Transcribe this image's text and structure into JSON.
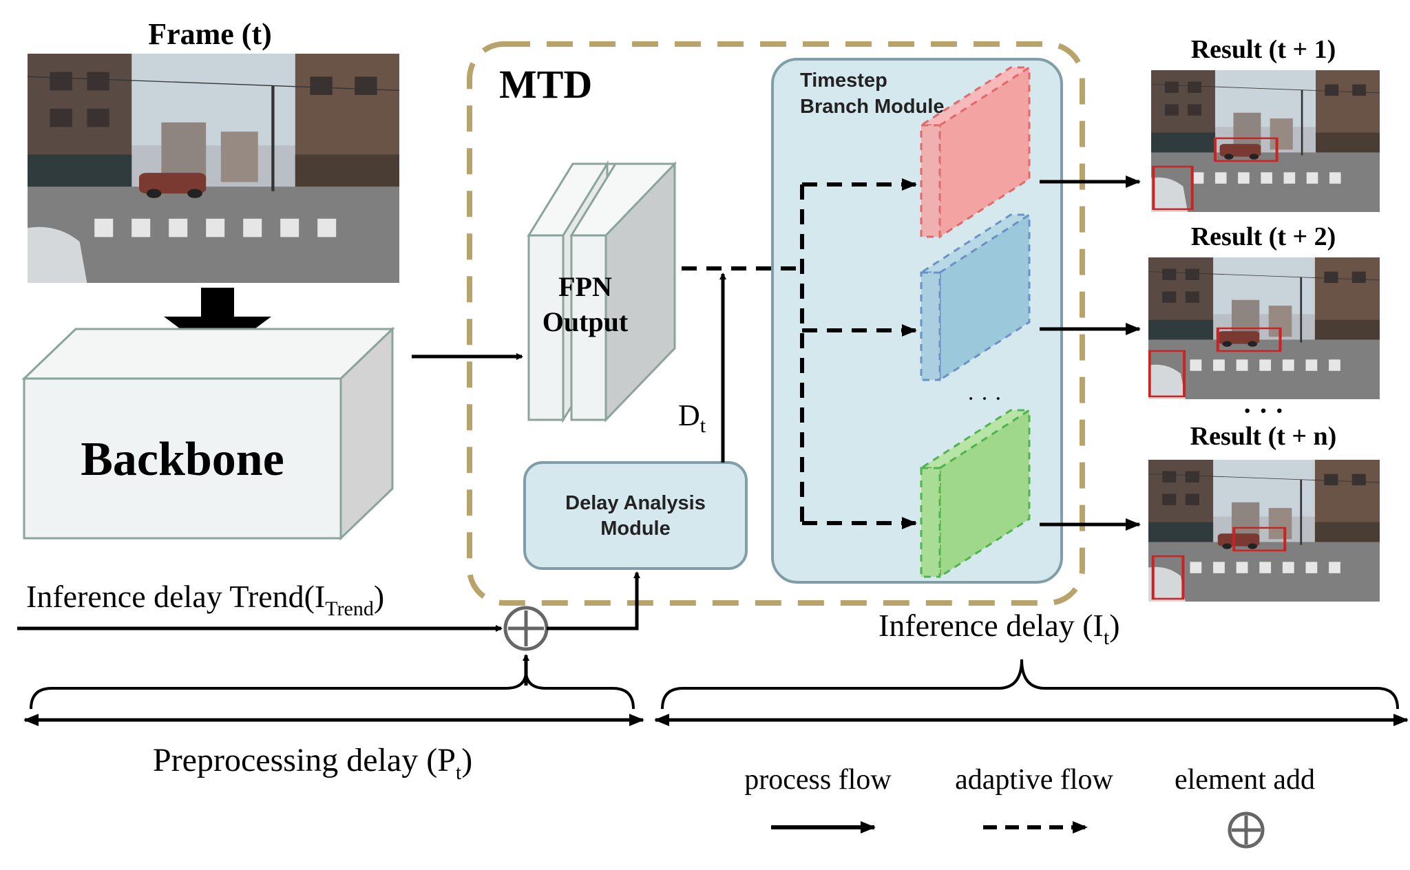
{
  "input_frame": {
    "label": "Frame (t)"
  },
  "backbone": {
    "label": "Backbone"
  },
  "mtd": {
    "label": "MTD",
    "fpn": {
      "line1": "FPN",
      "line2": "Output"
    },
    "delay_signal": {
      "main": "D",
      "sub": "t"
    },
    "delay_module": {
      "line1": "Delay Analysis",
      "line2": "Module"
    },
    "timestep_module": {
      "line1": "Timestep",
      "line2": "Branch Module"
    },
    "branch_ellipsis": "· · ·",
    "branch_colors": {
      "red": "#f4a3a3",
      "blue": "#9cc8dc",
      "green": "#9fd88a"
    }
  },
  "results": {
    "r1": {
      "label": "Result (t + 1)"
    },
    "r2": {
      "label": "Result (t + 2)"
    },
    "ellipsis": "· · ·",
    "rn": {
      "label": "Result (t + n)"
    }
  },
  "inference_trend": {
    "text": "Inference delay Trend(I",
    "sub": "Trend",
    "close": ")"
  },
  "inference_delay": {
    "text": "Inference delay (I",
    "sub": "t",
    "close": ")"
  },
  "preprocessing_delay": {
    "text": "Preprocessing delay (P",
    "sub": "t",
    "close": ")"
  },
  "legend": {
    "process_flow": "process flow",
    "adaptive_flow": "adaptive flow",
    "element_add": "element add"
  },
  "colors": {
    "mtd_border": "#b8a36a",
    "panel_fill": "#d4e8ee",
    "panel_stroke": "#7f9ea6",
    "box_fill": "#f0f3f3",
    "box_side": "#d3d3d3",
    "box_stroke": "#8aa39b",
    "detection_box": "#cc2222"
  }
}
